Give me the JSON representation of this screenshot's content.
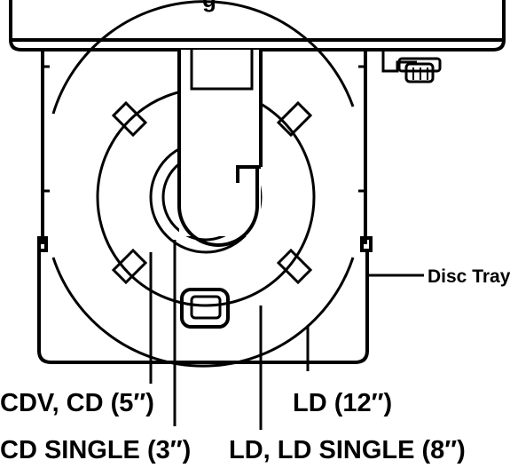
{
  "header_fragment": "g",
  "labels": {
    "disc_tray": "Disc Tray",
    "cdv_cd": "CDV, CD (5″)",
    "ld_12": "LD (12″)",
    "cd_single": "CD SINGLE (3″)",
    "ld_single": "LD, LD SINGLE (8″)"
  },
  "colors": {
    "ink": "#000000",
    "paper": "#ffffff"
  }
}
